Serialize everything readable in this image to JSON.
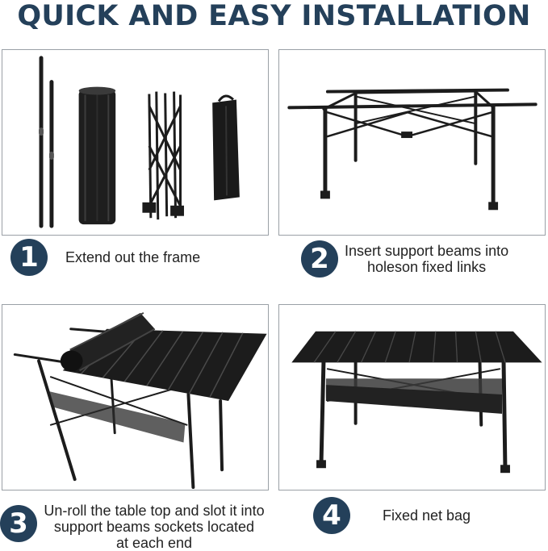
{
  "header": {
    "title": "QUICK AND EASY INSTALLATION"
  },
  "colors": {
    "accent": "#24405a",
    "frame": "#1c1c1c",
    "border": "#9aa0a6"
  },
  "steps": [
    {
      "number": "1",
      "caption": "Extend out the frame"
    },
    {
      "number": "2",
      "caption": "Insert support beams into\nholeson fixed links"
    },
    {
      "number": "3",
      "caption": "Un-roll the table top and slot it into\nsupport beams sockets located\nat each end"
    },
    {
      "number": "4",
      "caption": "Fixed net bag"
    }
  ]
}
